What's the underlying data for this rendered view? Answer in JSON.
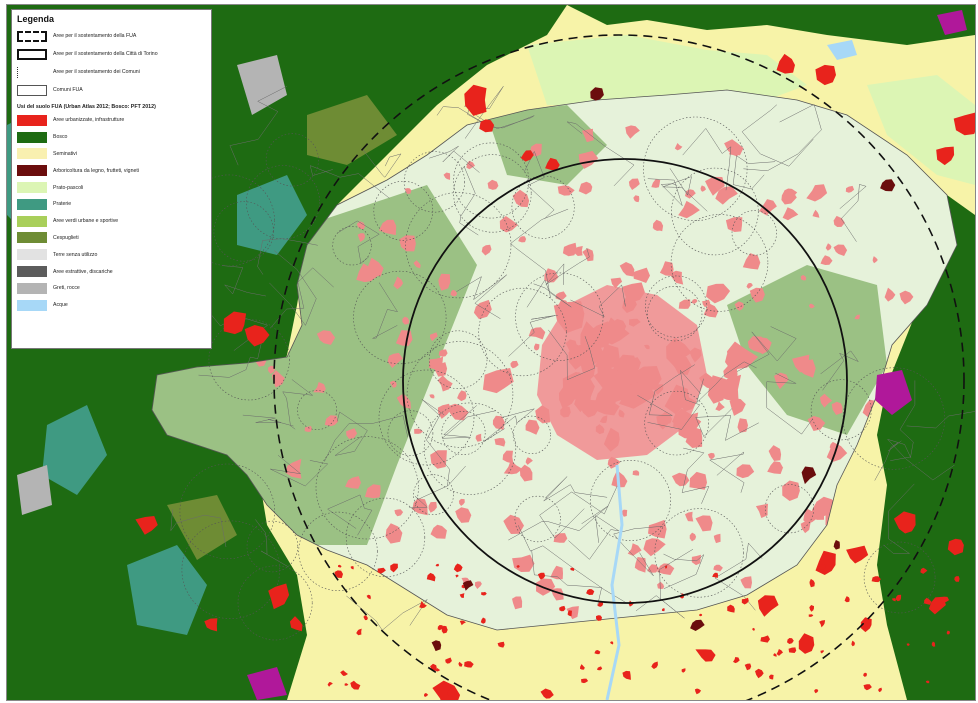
{
  "legend": {
    "title": "Legenda",
    "boundaries": [
      {
        "label": "Aree per il sostentamento della FUA",
        "style": "dashed-thick"
      },
      {
        "label": "Aree per il sostentamento della Città di Torino",
        "style": "solid-thick"
      },
      {
        "label": "Aree per il sostentamento dei Comuni",
        "style": "dotted-thin"
      },
      {
        "label": "Comuni FUA",
        "style": "solid-thin"
      }
    ],
    "section_title": "Usi del suolo FUA  (Urban Atlas 2012; Bosco: PFT 2012)",
    "classes": [
      {
        "label": "Aree urbanizzate, infrastrutture",
        "color": "#e8231c",
        "icon": "swatch"
      },
      {
        "label": "Bosco",
        "color": "#1e6b12",
        "icon": "swatch"
      },
      {
        "label": "Seminativi",
        "color": "#f9f0b0",
        "icon": "swatch"
      },
      {
        "label": "Arboricoltura da legno, frutteti, vigneti",
        "color": "#6b0d0d",
        "icon": "swatch"
      },
      {
        "label": "Prato-pascoli",
        "color": "#dcf5b4",
        "icon": "swatch"
      },
      {
        "label": "Praterie",
        "color": "#3f9a82",
        "icon": "swatch"
      },
      {
        "label": "Aree verdi urbane e sportive",
        "color": "#a9cf5a",
        "icon": "swatch"
      },
      {
        "label": "Cespuglieti",
        "color": "#6e8c34",
        "icon": "swatch"
      },
      {
        "label": "Terre senza utilizzo",
        "color": "#e2e2e2",
        "icon": "swatch"
      },
      {
        "label": "Aree estrattive, discariche",
        "color": "#5c5c5c",
        "icon": "swatch"
      },
      {
        "label": "Greti, rocce",
        "color": "#b4b4b4",
        "icon": "swatch"
      },
      {
        "label": "Acque",
        "color": "#a7d8f7",
        "icon": "swatch"
      }
    ]
  },
  "map_colors": {
    "seminativi": "#f7f3a8",
    "bosco": "#1e6b12",
    "fua_green": "#9bc184",
    "fua_light": "#e6f2da",
    "urban_fua": "#ef8a8a",
    "urban_core": "#f09a9a",
    "urban_outside": "#e8231c",
    "praterie": "#3f9a82",
    "rocce": "#b4b4b4",
    "acque": "#a7d8f7",
    "vigneti": "#6b0d0d",
    "prato": "#dcf5b4",
    "cespuglieti": "#6e8c34",
    "magenta": "#b0189a"
  }
}
